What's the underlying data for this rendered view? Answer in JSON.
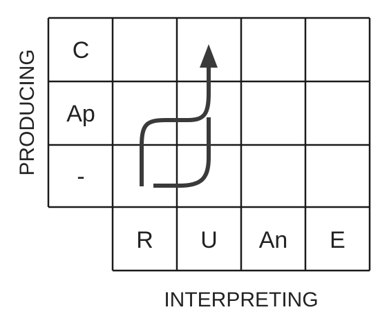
{
  "axes": {
    "vertical_label": "PRODUCING",
    "horizontal_label": "INTERPRETING"
  },
  "row_labels": [
    "C",
    "Ap",
    "-"
  ],
  "column_labels": [
    "R",
    "U",
    "An",
    "E"
  ],
  "colors": {
    "grid": "#1a1a1a",
    "arrow": "#3a3a3a",
    "text": "#222222"
  }
}
